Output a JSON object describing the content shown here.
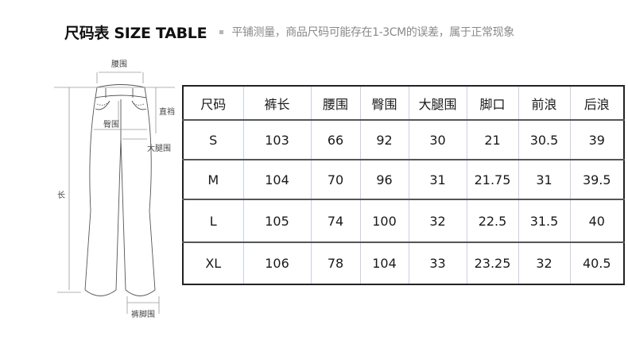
{
  "header": {
    "title": "尺码表 SIZE TABLE",
    "bullet_icon": "square-bullet-icon",
    "note": "平铺测量，商品尺码可能存在1-3CM的误差，属于正常现象"
  },
  "diagram": {
    "labels": {
      "waist": "腰围",
      "hip": "臀围",
      "rise": "直裆",
      "thigh": "大腿围",
      "length": "长",
      "hem": "裤脚围"
    }
  },
  "table": {
    "headers": [
      "尺码",
      "裤长",
      "腰围",
      "臀围",
      "大腿围",
      "脚口",
      "前浪",
      "后浪"
    ],
    "rows": [
      [
        "S",
        "103",
        "66",
        "92",
        "30",
        "21",
        "30.5",
        "39"
      ],
      [
        "M",
        "104",
        "70",
        "96",
        "31",
        "21.75",
        "31",
        "39.5"
      ],
      [
        "L",
        "105",
        "74",
        "100",
        "32",
        "22.5",
        "31.5",
        "40"
      ],
      [
        "XL",
        "106",
        "78",
        "104",
        "33",
        "23.25",
        "32",
        "40.5"
      ]
    ]
  },
  "colors": {
    "title": "#111111",
    "note": "#8a8a8a",
    "table_border": "#222222",
    "column_divider": "#c9d0e3"
  }
}
